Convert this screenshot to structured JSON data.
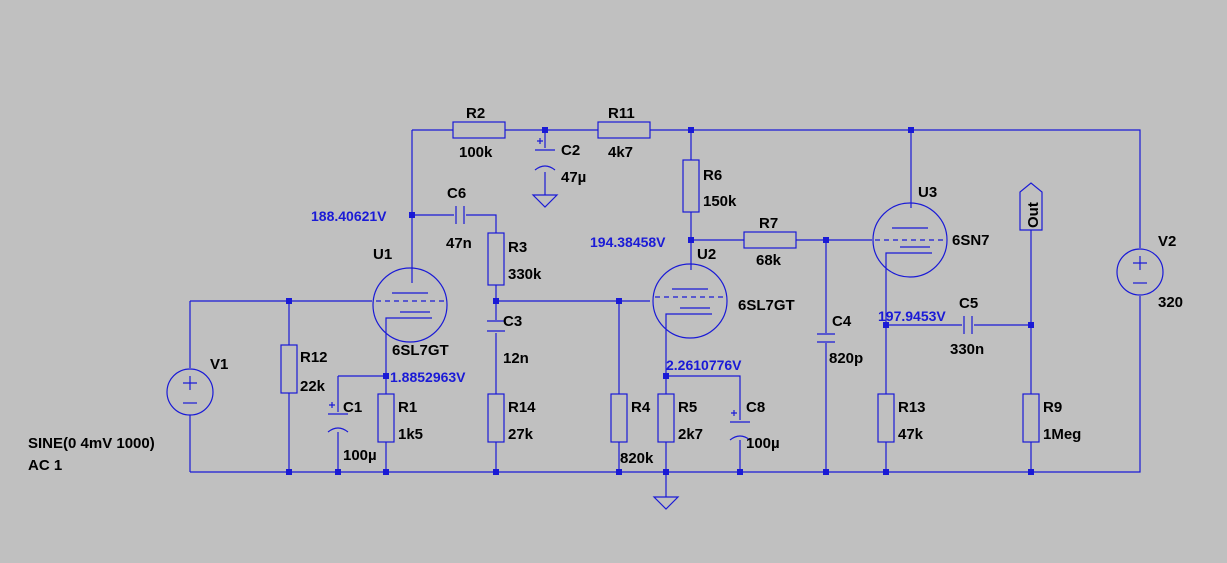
{
  "components": {
    "R2": {
      "name": "R2",
      "value": "100k"
    },
    "R11": {
      "name": "R11",
      "value": "4k7"
    },
    "C2": {
      "name": "C2",
      "value": "47µ"
    },
    "R6": {
      "name": "R6",
      "value": "150k"
    },
    "U3": {
      "name": "U3",
      "value": "6SN7"
    },
    "Out": {
      "name": "Out"
    },
    "V2": {
      "name": "V2",
      "value": "320"
    },
    "C6": {
      "name": "C6",
      "value": "47n"
    },
    "R3": {
      "name": "R3",
      "value": "330k"
    },
    "U1": {
      "name": "U1",
      "value": "6SL7GT"
    },
    "U2": {
      "name": "U2",
      "value": "6SL7GT"
    },
    "R7": {
      "name": "R7",
      "value": "68k"
    },
    "C3": {
      "name": "C3",
      "value": "12n"
    },
    "C4": {
      "name": "C4",
      "value": "820p"
    },
    "C5": {
      "name": "C5",
      "value": "330n"
    },
    "V1": {
      "name": "V1",
      "source_line1": "SINE(0 4mV 1000)",
      "source_line2": "AC 1"
    },
    "R12": {
      "name": "R12",
      "value": "22k"
    },
    "C1": {
      "name": "C1",
      "value": "100µ"
    },
    "R1": {
      "name": "R1",
      "value": "1k5"
    },
    "R14": {
      "name": "R14",
      "value": "27k"
    },
    "R4": {
      "name": "R4",
      "value": "820k"
    },
    "R5": {
      "name": "R5",
      "value": "2k7"
    },
    "C8": {
      "name": "C8",
      "value": "100µ"
    },
    "R13": {
      "name": "R13",
      "value": "47k"
    },
    "R9": {
      "name": "R9",
      "value": "1Meg"
    }
  },
  "voltages": {
    "u1_plate": "188.40621V",
    "u2_plate": "194.38458V",
    "u1_cathode": "1.8852963V",
    "u2_cathode": "2.2610776V",
    "u3_cathode": "197.9453V"
  },
  "colors": {
    "background": "#c0c0c0",
    "wire": "#1a1ad6",
    "voltage_text": "#1a1ad6",
    "label_text": "#000000"
  },
  "icons": {
    "ground": "ground-icon",
    "output_port": "output-port-icon",
    "voltage_source": "voltage-source-icon"
  }
}
